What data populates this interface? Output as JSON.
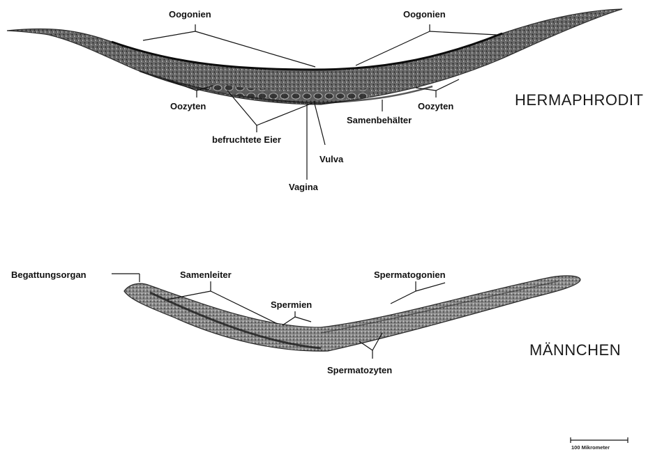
{
  "hermaphrodite": {
    "title": "HERMAPHRODIT",
    "labels": {
      "oogonien_left": "Oogonien",
      "oogonien_right": "Oogonien",
      "oozyten_left": "Oozyten",
      "oozyten_right": "Oozyten",
      "befruchtete_eier": "befruchtete Eier",
      "samenbehaelter": "Samenbehälter",
      "vulva": "Vulva",
      "vagina": "Vagina"
    }
  },
  "male": {
    "title": "MÄNNCHEN",
    "labels": {
      "begattungsorgan": "Begattungsorgan",
      "samenleiter": "Samenleiter",
      "spermien": "Spermien",
      "spermatogonien": "Spermatogonien",
      "spermatozyten": "Spermatozyten"
    }
  },
  "scale_bar": {
    "label": "100 Mikrometer"
  }
}
